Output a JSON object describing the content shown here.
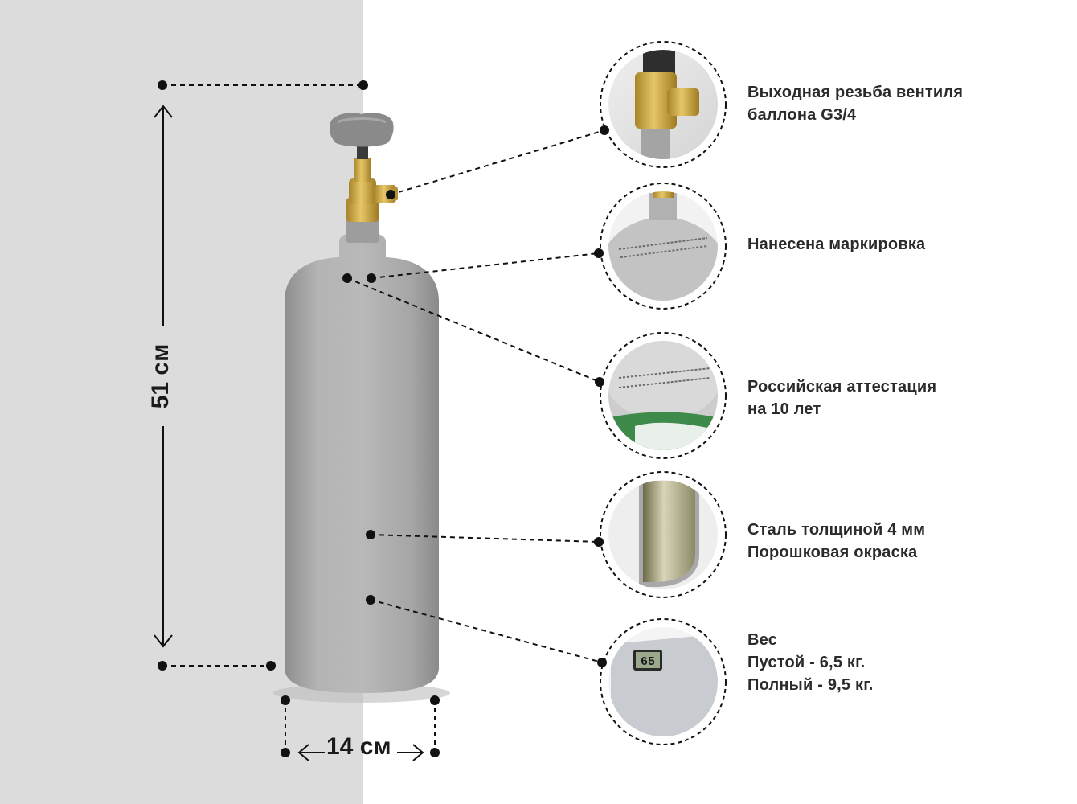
{
  "dimensions": {
    "height_label": "51 см",
    "width_label": "14 см"
  },
  "gauge_display": "65",
  "features": [
    {
      "id": "valve-thread",
      "lines": [
        "Выходная резьба вентиля",
        "баллона G3/4"
      ]
    },
    {
      "id": "marking",
      "lines": [
        "Нанесена маркировка"
      ]
    },
    {
      "id": "certification",
      "lines": [
        "Российская аттестация",
        "на 10 лет"
      ]
    },
    {
      "id": "steel",
      "lines": [
        "Сталь толщиной 4 мм",
        "Порошковая окраска"
      ]
    },
    {
      "id": "weight",
      "lines": [
        "Вес",
        "Пустой - 6,5 кг.",
        "Полный - 9,5 кг."
      ]
    }
  ],
  "colors": {
    "wall": "#dcdcdc",
    "cylinder": "#a9a9a9",
    "brass": "#c9a544",
    "handwheel": "#8a8a8a",
    "text": "#2b2b2b",
    "ink": "#111111"
  }
}
